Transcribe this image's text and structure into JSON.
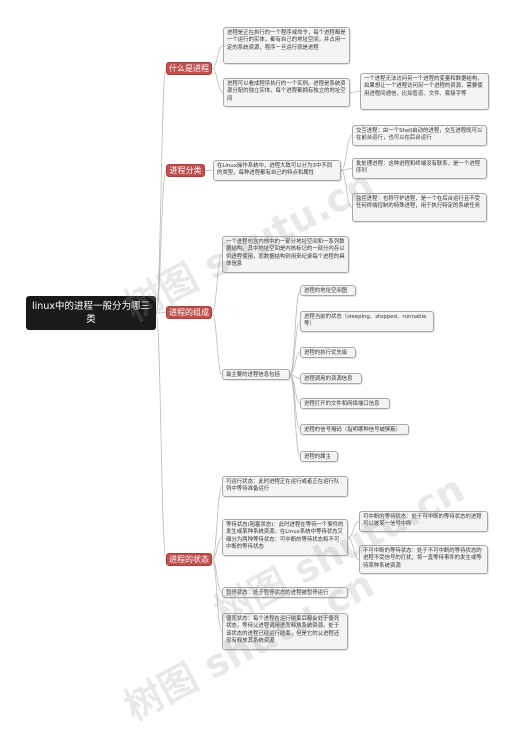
{
  "root": {
    "label": "linux中的进程一般分为哪三类"
  },
  "branches": {
    "what": {
      "label": "什么是进程",
      "items": [
        "进程是正在执行的一个程序或命令，每个进程都是一个运行的实体，都有自己的地址空间，并占用一定的系统资源，程序一旦运行就是进程",
        "进程可以看成程序执行的一个实例。进程是系统资源分配的独立实体，每个进程都拥有独立的地址空间"
      ],
      "sub": "一个进程无法访问另一个进程的变量和数据结构，如果想让一个进程访问另一个进程的资源，需要使用进程间通信，比如管道、文件、套接字等"
    },
    "classify": {
      "label": "进程分类",
      "intro": "在Linux操作系统中，进程大致可以分为3中不同的类型，每种进程都有自己的特点和属性",
      "items": [
        "交互进程：由一个Shell启动的进程，交互进程既可以在前台运行，也可以在后台运行",
        "批处理进程：这种进程和终端没有联系，是一个进程序列",
        "监控进程：也称守护进程，是一个在后台运行且不受任何终端控制的特殊进程，用于执行特定的系统任务"
      ]
    },
    "composition": {
      "label": "进程的组成",
      "intro": "一个进程包含内核中的一部分地址空间和一系列数据结构。其中地址空间是内核标记的一部分内存以供进程使用，而数据结构则用来纪录每个进程的具体信息",
      "middle": "最主要的进程信息包括",
      "items": [
        "进程的地址空间图",
        "进程当前的状态（sleeping、stopped、runnable 等）",
        "进程的执行优先级",
        "进程调用的资源信息",
        "进程打开的文件和网络端口信息",
        "进程的信号掩码（指明哪种信号被屏蔽）",
        "进程的属主"
      ]
    },
    "states": {
      "label": "进程的状态",
      "items": [
        "可运行状态：此时进程正在运行或者正在运行队列中等待准备运行",
        "等待状态(阻塞状态)：此时进程在等待一个事件的发生或某种系统资源。在Linux系统中等待状态又细分为两种等待状态：可中断的等待状态和不可中断的等待状态",
        "暂停状态：处于暂停状态的进程被暂停运行",
        "僵死状态：每个进程在运行结束后都会处于僵死状态，等待父进程调用进而释放系统资源。处于该状态的进程已经运行结束，但是它的父进程还没有释放其系统资源"
      ],
      "wait_sub": [
        "可中断的等待状态：处于可中断的等待状态的进程可以被某一信号中断",
        "不可中断的等待状态：处于不可中断的等待状态的进程不受信号的打扰，将一直等待事件的发生或等待某种系统资源"
      ]
    }
  },
  "watermarks": [
    "树图 shutu.cn",
    "树图 shutu.cn",
    "树图 shutu.cn"
  ],
  "colors": {
    "branch": "#c0504d",
    "line": "#bbbbbb",
    "root": "#1a1a1a"
  }
}
